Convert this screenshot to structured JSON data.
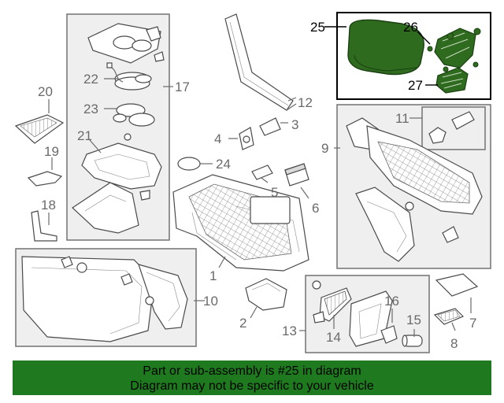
{
  "callouts": {
    "c1": "1",
    "c2": "2",
    "c3": "3",
    "c4": "4",
    "c5": "5",
    "c6": "6",
    "c7": "7",
    "c8": "8",
    "c9": "9",
    "c10": "10",
    "c11": "11",
    "c12": "12",
    "c13": "13",
    "c14": "14",
    "c15": "15",
    "c16": "16",
    "c17": "17",
    "c18": "18",
    "c19": "19",
    "c20": "20",
    "c21": "21",
    "c22": "22",
    "c23": "23",
    "c24": "24",
    "c25": "25",
    "c26": "26",
    "c27": "27"
  },
  "highlight": {
    "part": "25",
    "color": "#2e6b1f"
  },
  "banner": {
    "line1": "Part or sub-assembly is #25 in diagram",
    "line2": "Diagram may not be specific to your vehicle",
    "color": "#1f7a1f"
  }
}
